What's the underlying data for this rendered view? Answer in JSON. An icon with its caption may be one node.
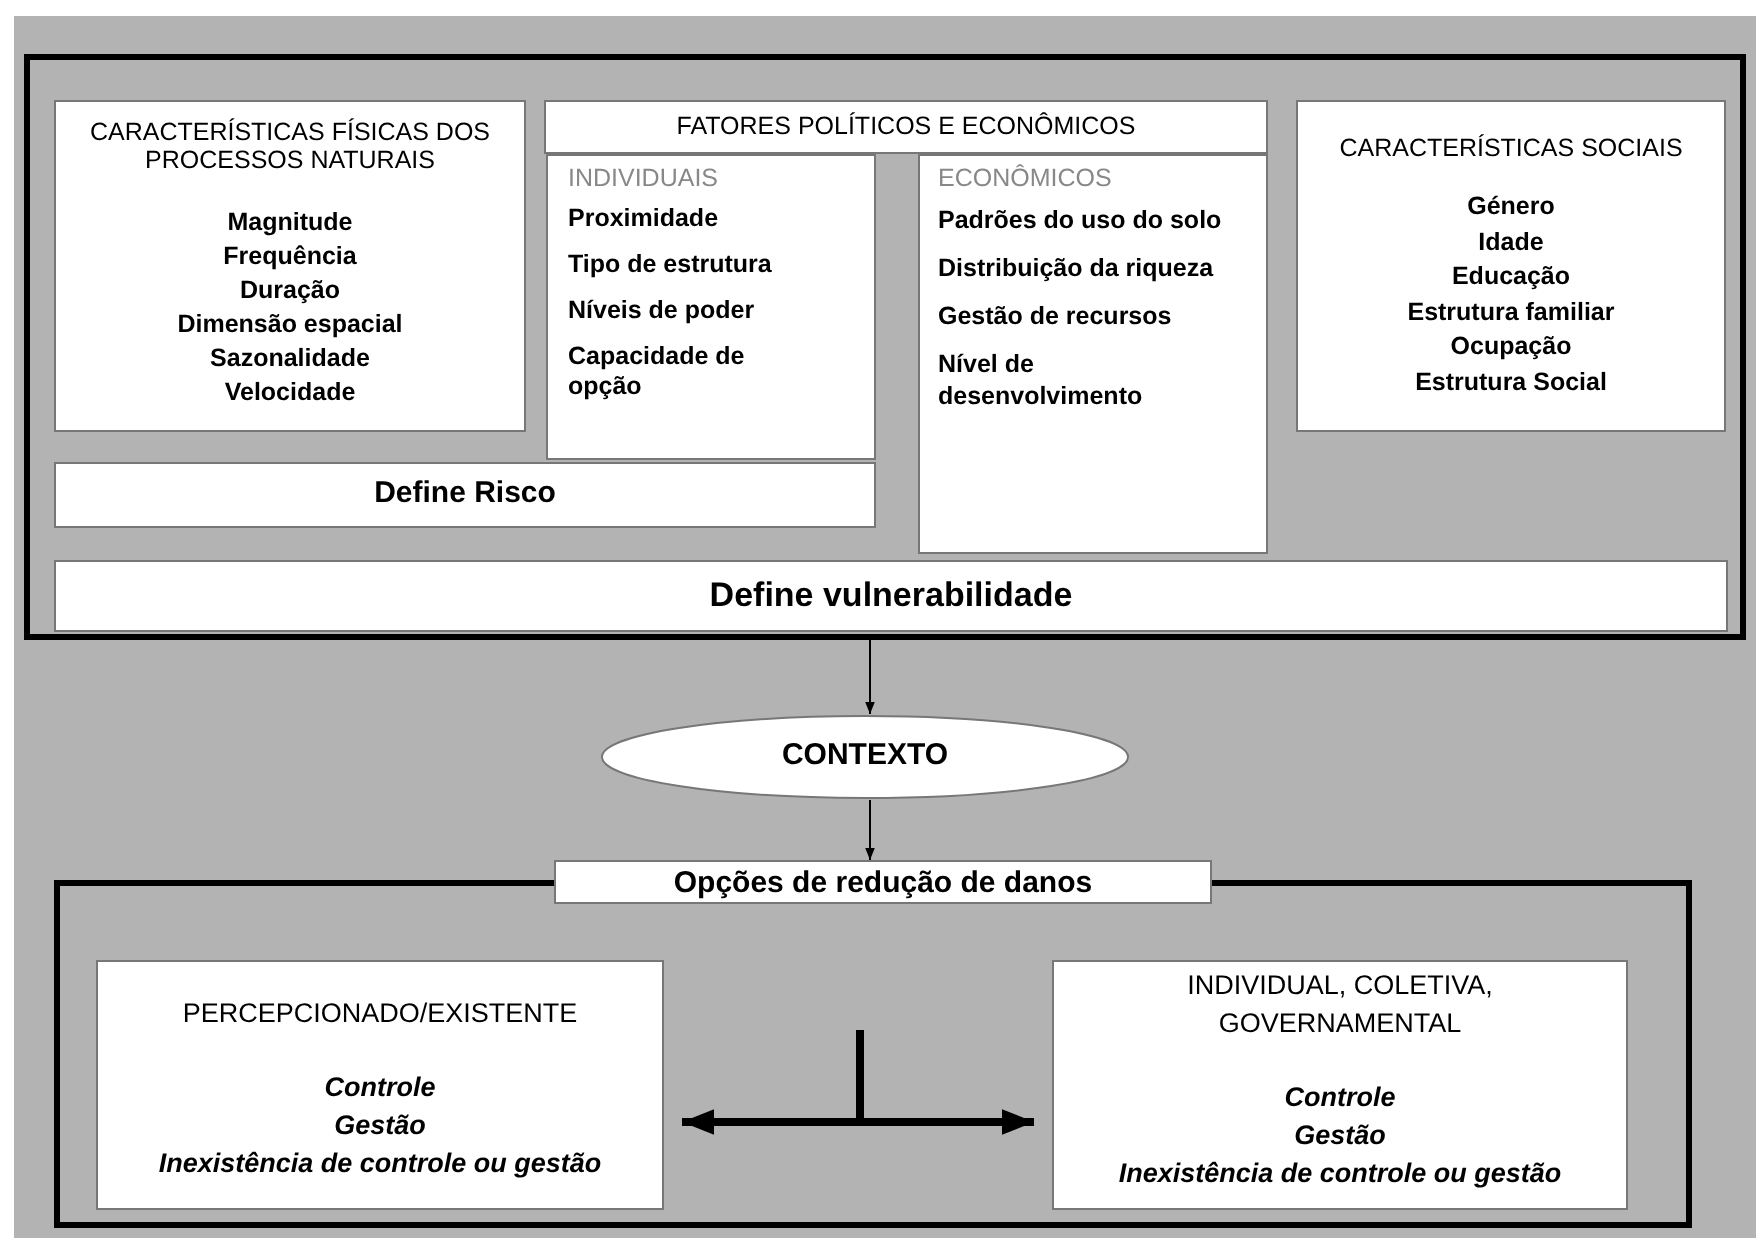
{
  "diagram": {
    "nodes": [
      {
        "text": [],
        "shape": "box"
      },
      {
        "text": [
          "CARACTERÍSTICAS FÍSICAS DOS PROCESSOS NATURAIS",
          "Magnitude",
          "Frequência",
          "Duração",
          "Dimensão espacial",
          "Sazonalidade",
          "Velocidade"
        ],
        "in": 0
      },
      {
        "text": [
          "FATORES POLÍTICOS E ECONÔMICOS"
        ],
        "in": 0
      },
      {
        "text": [
          "INDIVIDUAIS",
          "Proximidade",
          "Tipo de estrutura",
          "Níveis de poder",
          "Capacidade de opção"
        ],
        "in": 0
      },
      {
        "text": [
          "ECONÔMICOS",
          "Padrões do uso do solo",
          "Distribuição da riqueza",
          "Gestão de recursos",
          "Nível de desenvolvimento"
        ],
        "in": 0
      },
      {
        "text": [
          "CARACTERÍSTICAS SOCIAIS",
          "Género",
          "Idade",
          "Educação",
          "Estrutura familiar",
          "Ocupação",
          "Estrutura Social"
        ],
        "in": 0
      },
      {
        "text": [
          "Define Risco"
        ],
        "in": 0
      },
      {
        "text": [
          "Define vulnerabilidade"
        ],
        "in": 0
      },
      {
        "text": [
          "CONTEXTO"
        ]
      },
      {
        "text": [],
        "shape": "box"
      },
      {
        "text": [
          "Opções de redução de danos"
        ]
      },
      {
        "text": [
          "PERCEPCIONADO/EXISTENTE",
          "Controle",
          "Gestão",
          "Inexistência de controle ou gestão"
        ],
        "in": 9
      },
      {
        "text": [
          "INDIVIDUAL, COLETIVA, GOVERNAMENTAL",
          "Controle",
          "Gestão",
          "Inexistência de controle ou gestão"
        ],
        "in": 9
      }
    ],
    "edges": [
      {
        "from": 0,
        "to": 8,
        "arrow": "to"
      },
      {
        "from": 8,
        "to": 10,
        "arrow": "to"
      },
      {
        "from": 11,
        "to": 12,
        "arrow": "both",
        "style": "thick"
      }
    ]
  }
}
